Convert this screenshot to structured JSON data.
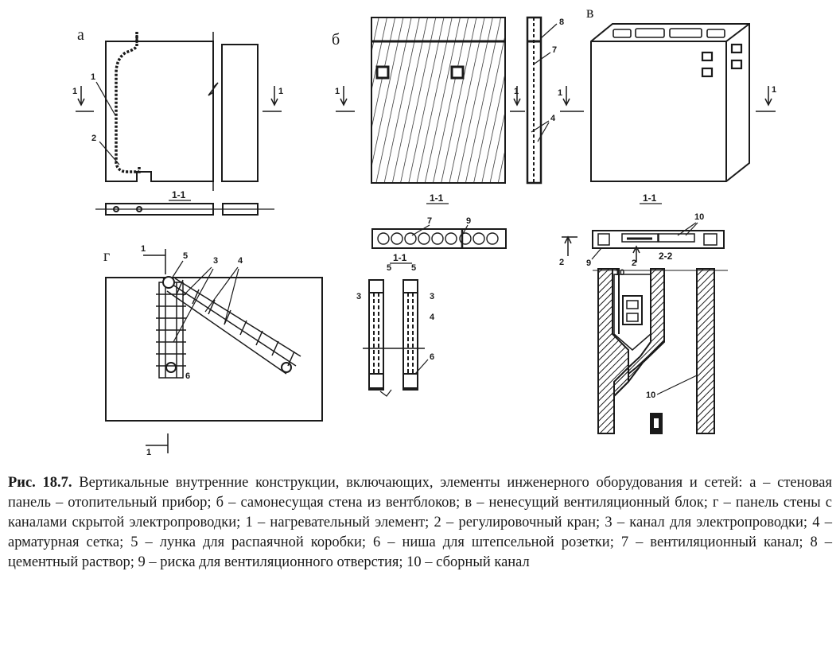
{
  "figure": {
    "letters": {
      "a": "а",
      "b": "б",
      "v": "в",
      "g": "г"
    },
    "section_1": "1-1",
    "section_2": "2-2",
    "numbers": {
      "n1": "1",
      "n2": "2",
      "n3": "3",
      "n4": "4",
      "n5": "5",
      "n6": "6",
      "n7": "7",
      "n8": "8",
      "n9": "9",
      "n10": "10"
    }
  },
  "caption": {
    "label": "Рис. 18.7.",
    "text": " Вертикальные внутренние конструкции, включающих, элементы инженерного оборудования и сетей: а – стеновая панель – отопительный прибор; б – самонесущая стена из вентблоков; в – ненесущий вентиляционный блок; г – панель стены с каналами скрытой электропроводки; 1 – нагревательный элемент; 2 – регулировочный кран; 3 – канал для электропроводки; 4 – арматурная сетка; 5 – лунка для распаячной коробки; 6 – ниша для штепсельной розетки; 7 – вентиляционный канал; 8 – цементный раствор; 9 – риска для вентиляционного отверстия; 10 – сборный канал"
  }
}
